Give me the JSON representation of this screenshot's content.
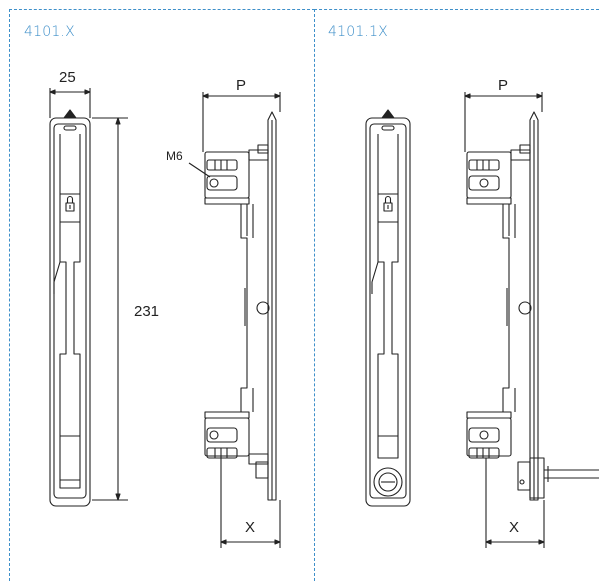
{
  "panels": [
    {
      "title": "4101.X"
    },
    {
      "title": "4101.1X"
    }
  ],
  "dimensions": {
    "width": "25",
    "height": "231",
    "depth_left": "P",
    "depth_right": "P",
    "offset_left": "X",
    "offset_right": "X",
    "thread": "M6"
  },
  "colors": {
    "panel_border": "#3e8fc9",
    "title_text": "#3e8fc9",
    "line": "#222222"
  }
}
